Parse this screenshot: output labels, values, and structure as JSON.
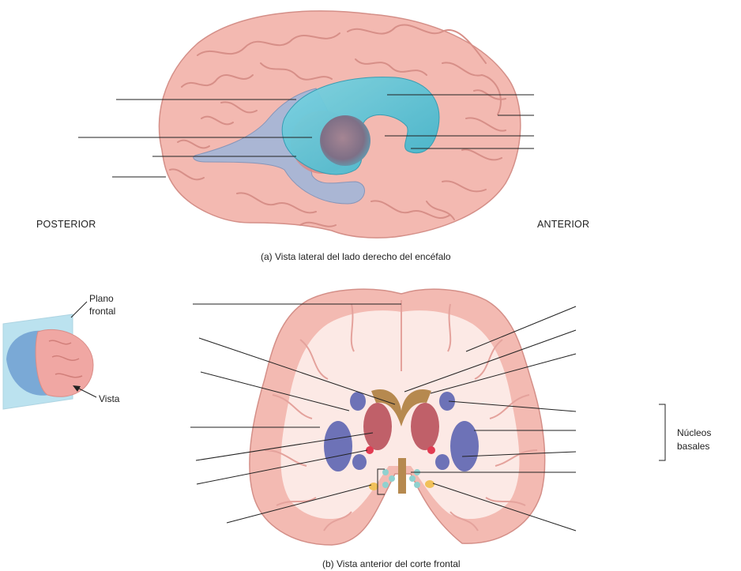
{
  "panel_a": {
    "posterior_label": "POSTERIOR",
    "anterior_label": "ANTERIOR",
    "caption": "(a) Vista lateral del lado derecho del encéfalo"
  },
  "panel_b": {
    "plane_label_line1": "Plano",
    "plane_label_line2": "frontal",
    "view_label": "Vista",
    "group_label_line1": "Núcleos",
    "group_label_line2": "basales",
    "caption": "(b) Vista anterior del corte frontal"
  },
  "colors": {
    "cortex": "#f2b7b0",
    "gyrus_line": "#d98f89",
    "ventricle_blue": "#5cc3d6",
    "ventricle_grey": "#a9b6d2",
    "thalamus": "#c98c8f",
    "caudate": "#c0616a",
    "lentiform": "#6f73b8",
    "white_matter": "#fbe7e2",
    "leader_line": "#222222"
  }
}
